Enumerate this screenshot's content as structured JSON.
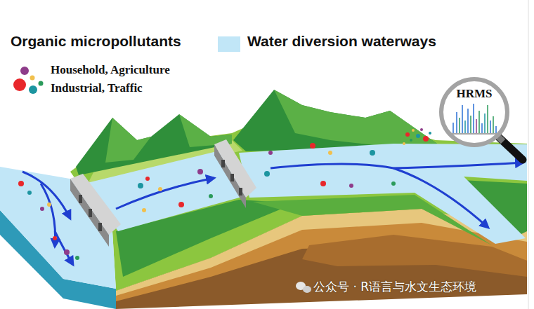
{
  "diagram": {
    "nodes": [
      {
        "text": [
          "HRMS"
        ]
      }
    ],
    "labels": [
      "Household, Agriculture Industrial, Traffic",
      "公众号 · R语言与水文生态环境"
    ],
    "legend": [
      {
        "text": "Organic micropollutants"
      },
      {
        "text": "Water diversion waterways",
        "color": "#c1e6f7"
      }
    ]
  }
}
